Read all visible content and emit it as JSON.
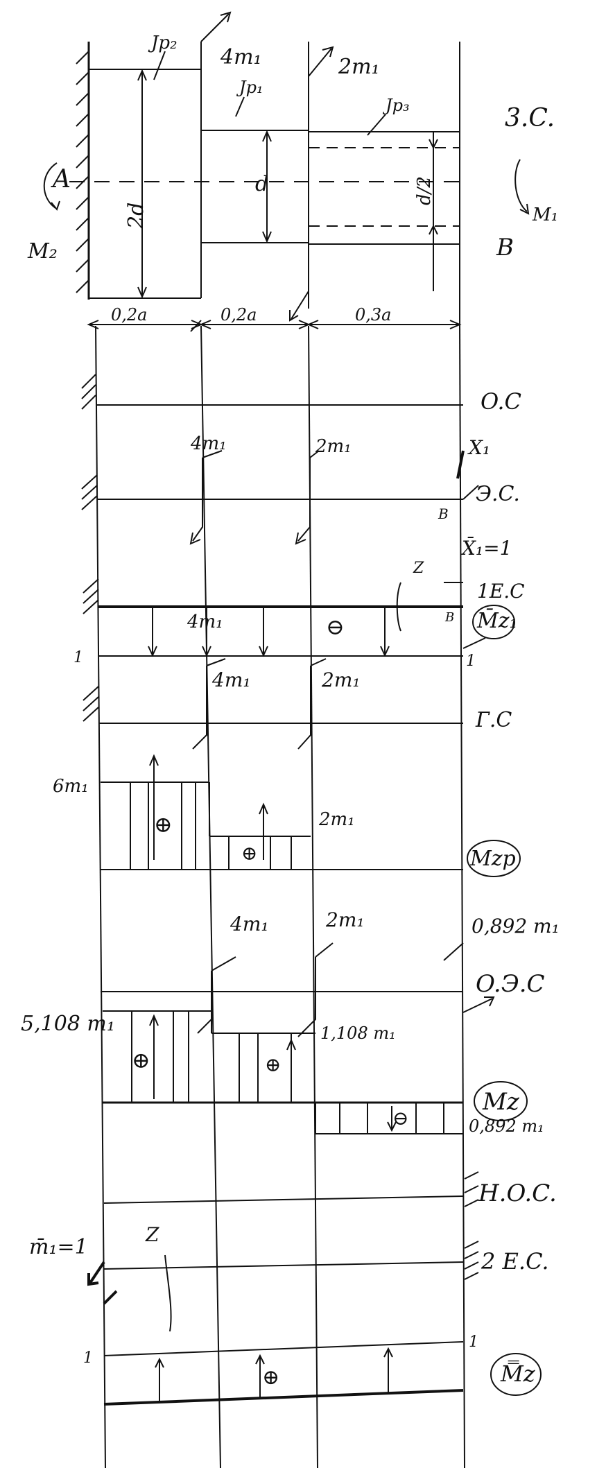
{
  "labels": {
    "jp2": "Jp₂",
    "jp1": "Jp₁",
    "jp3": "Jp₃",
    "top_m1_left": "4m₁",
    "top_m1_right": "2m₁",
    "scheme_ps": "3.C.",
    "node_a": "A",
    "node_b": "B",
    "reaction_m2": "M₂",
    "moment_m1": "M₁",
    "dim_2d": "2d",
    "dim_d": "d",
    "dim_d2": "d/2",
    "len_1": "0,2a",
    "len_2": "0,2a",
    "len_3": "0,3a"
  },
  "rows": {
    "os": "O.C",
    "es": "Э.C.",
    "x1": "X₁",
    "x1bar": "X̄₁=1",
    "b_label": "B",
    "z_label": "Z",
    "ec1": "1E.C",
    "mz1": "M̄z₁",
    "one": "1",
    "gs": "Г.C",
    "gs_4m1": "4m₁",
    "gs_2m1": "2m₁",
    "es_4m1": "4m₁",
    "es_2m1": "2m₁",
    "p_6m1": "6m₁",
    "p_2m1": "2m₁",
    "mzp": "Mzp",
    "ees_4m1": "4m₁",
    "ees_2m1": "2m₁",
    "ees_0892": "0,892 m₁",
    "oes": "O.Э.C",
    "v_5108": "5,108 m₁",
    "v_1108": "1,108 m₁",
    "v_0892": "0,892 m₁",
    "mz": "Mz",
    "nos": "H.O.C.",
    "m1bar": "m̄₁=1",
    "z2": "Z",
    "ec2": "2 E.C.",
    "one_l": "1",
    "one_r": "1",
    "mz_dbl": "M̿z"
  },
  "signs": {
    "minus": "⊖",
    "plus": "⊕"
  }
}
